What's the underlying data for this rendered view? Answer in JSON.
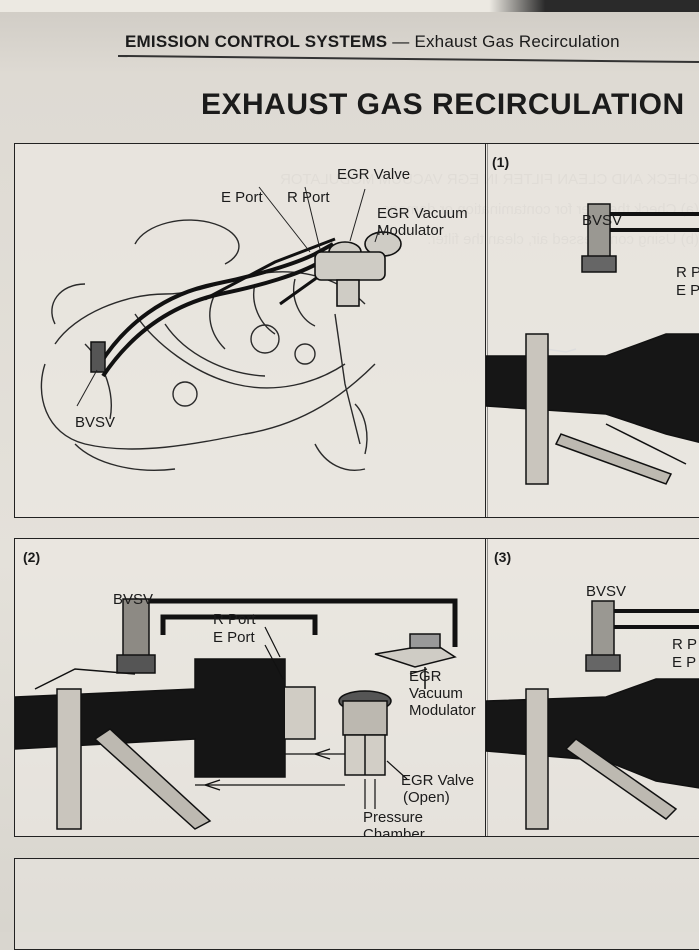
{
  "header": {
    "system": "EMISSION CONTROL SYSTEMS",
    "dash": "—",
    "subtitle": "Exhaust Gas Recirculation"
  },
  "title": "EXHAUST GAS RECIRCULATION",
  "figure_top_left": {
    "labels": {
      "egr_valve": "EGR Valve",
      "e_port": "E Port",
      "r_port": "R Port",
      "egr_vacuum_modulator_line1": "EGR Vacuum",
      "egr_vacuum_modulator_line2": "Modulator",
      "bvsv": "BVSV"
    }
  },
  "figure_1": {
    "number": "(1)",
    "labels": {
      "bvsv": "BVSV",
      "r_port": "R P",
      "e_port": "E P"
    }
  },
  "figure_2": {
    "number": "(2)",
    "labels": {
      "bvsv": "BVSV",
      "r_port": "R Port",
      "e_port": "E Port",
      "egr": "EGR",
      "vacuum": "Vacuum",
      "modulator": "Modulator",
      "egr_valve": "EGR Valve",
      "open": "(Open)",
      "pressure": "Pressure",
      "chamber": "Chamber"
    }
  },
  "figure_3": {
    "number": "(3)",
    "labels": {
      "bvsv": "BVSV",
      "r_port": "R P",
      "e_port": "E P"
    }
  }
}
